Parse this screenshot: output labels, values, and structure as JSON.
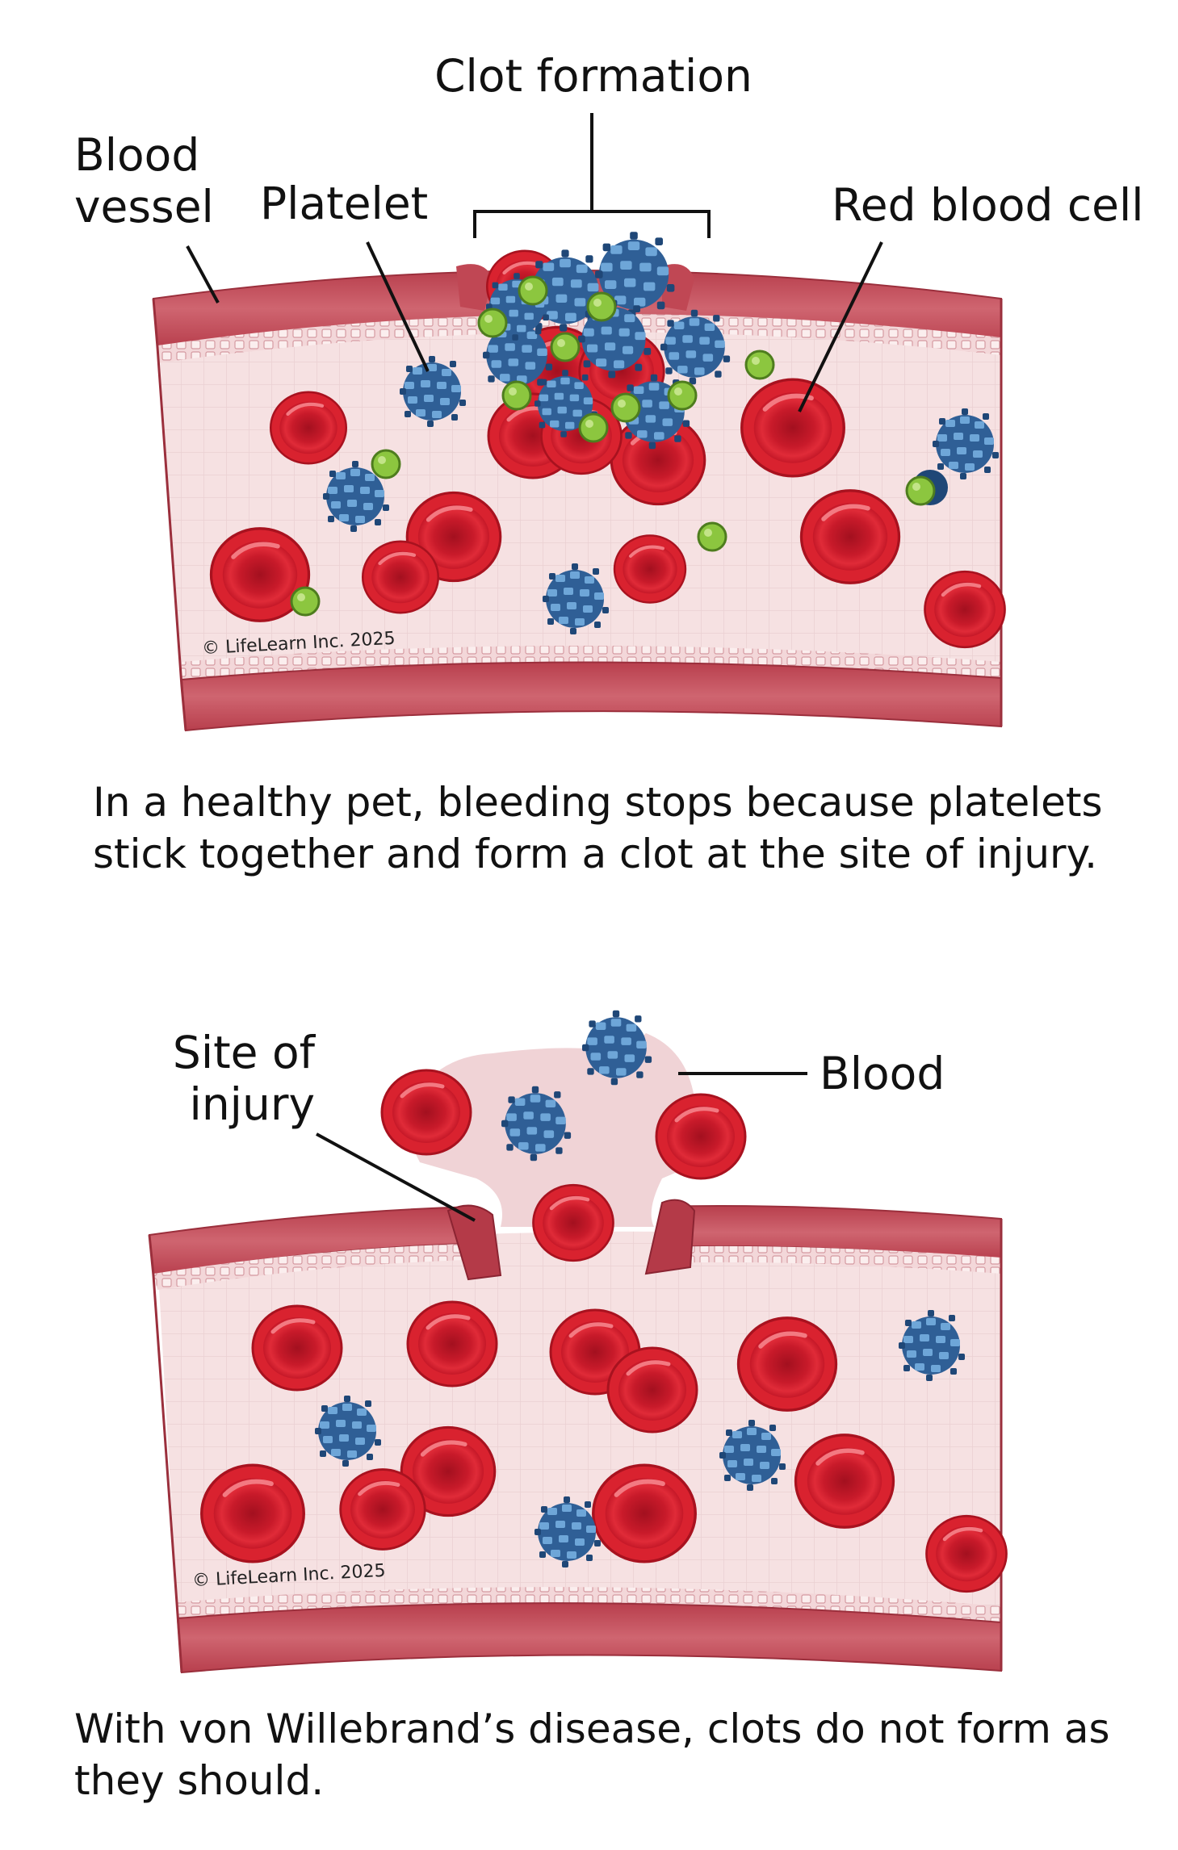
{
  "panel_top": {
    "labels": {
      "blood_vessel": [
        "Blood",
        "vessel"
      ],
      "platelet": "Platelet",
      "clot_formation": "Clot formation",
      "red_blood_cell": "Red blood cell"
    },
    "copyright": "© LifeLearn Inc. 2025",
    "caption": "In a healthy pet, bleeding stops because platelets stick together and form a clot at the site of injury."
  },
  "panel_bottom": {
    "labels": {
      "site_of_injury": [
        "Site of",
        "injury"
      ],
      "blood": "Blood"
    },
    "copyright": "© LifeLearn Inc. 2025",
    "caption": "With von Willebrand’s disease, clots do not form as they should."
  },
  "colors": {
    "vessel_wall": "#c6505c",
    "vessel_wall_dark": "#a83a48",
    "vessel_lumen": "#f6e1e2",
    "red_cell": "#d6202e",
    "red_cell_center": "#b01424",
    "platelet": "#3b6ea8",
    "platelet_light": "#6aa0d2",
    "green_granule": "#8cc63f",
    "blood_pool": "#f0d3d6"
  }
}
